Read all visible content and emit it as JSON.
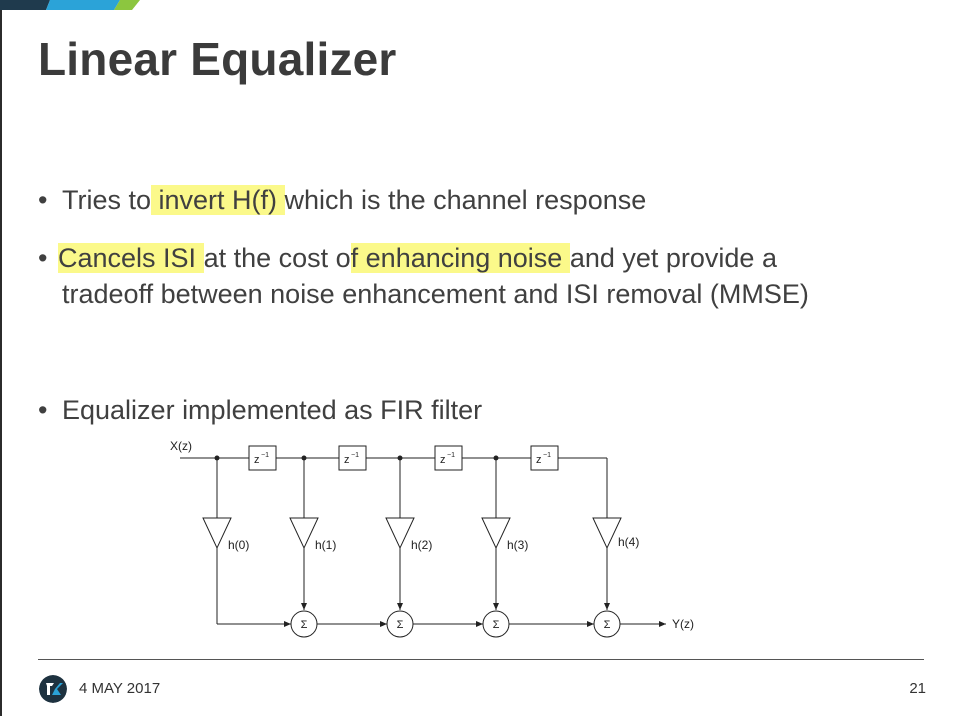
{
  "slide": {
    "title": "Linear Equalizer",
    "bullets": [
      {
        "segments": [
          {
            "text": "Tries to",
            "highlight": false
          },
          {
            "text": " invert H(f) ",
            "highlight": true
          },
          {
            "text": "which is the channel response",
            "highlight": false
          }
        ]
      },
      {
        "segments": [
          {
            "text": " Cancels ISI ",
            "highlight": true
          },
          {
            "text": "at the cost o",
            "highlight": false
          },
          {
            "text": "f enhancing noise ",
            "highlight": true
          },
          {
            "text": "and yet provide a",
            "highlight": false
          }
        ],
        "continuation": "tradeoff between noise enhancement and ISI removal (MMSE)"
      },
      {
        "segments": [
          {
            "text": "Equalizer implemented as FIR filter",
            "highlight": false
          }
        ]
      }
    ],
    "bullet_symbol": "•",
    "highlight_color": "#fbf98a"
  },
  "diagram": {
    "input_label": "X(z)",
    "output_label": "Y(z)",
    "delay_label": "z",
    "delay_exponent": "−1",
    "taps": [
      "h(0)",
      "h(1)",
      "h(2)",
      "h(3)",
      "h(4)"
    ],
    "summer_symbol": "Σ"
  },
  "footer": {
    "date": "4 MAY 2017",
    "page": "21",
    "logo_letter": "K"
  },
  "colors": {
    "stripe_dark": "#1f3a4d",
    "stripe_blue": "#2ba3d8",
    "stripe_green": "#8cc63f",
    "logo_bg": "#1e3240"
  }
}
